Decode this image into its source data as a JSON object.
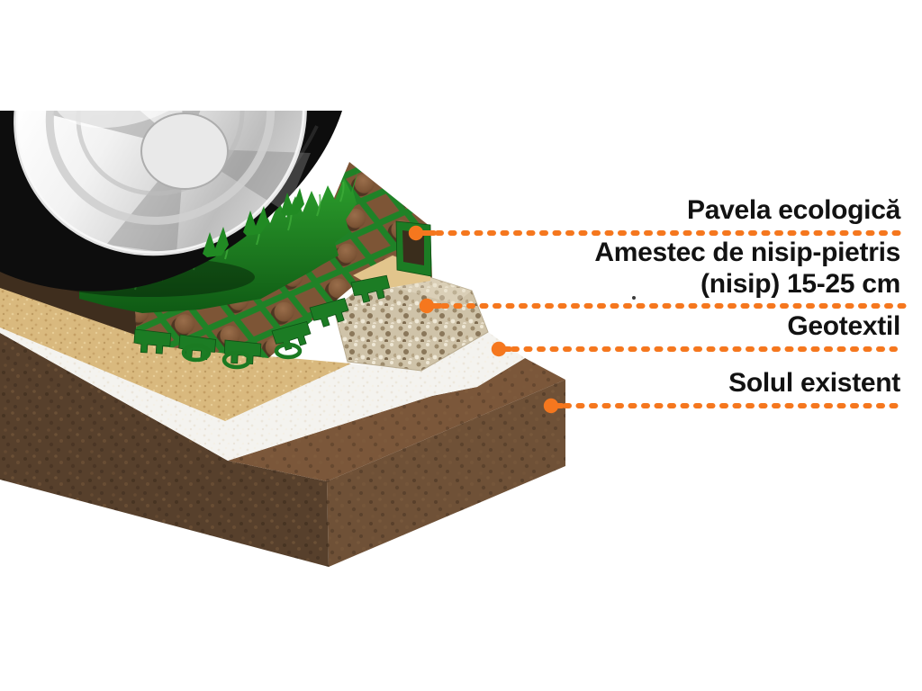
{
  "diagram": {
    "title_none": "",
    "labels": {
      "pavela": "Pavela ecologică",
      "amestec1": "Amestec de nisip-pietris",
      "amestec2": "(nisip) 15-25 cm",
      "geotextil": "Geotextil",
      "solul": "Solul existent"
    },
    "layers_order": [
      "Pavela ecologică",
      "Amestec de nisip-pietris (nisip) 15-25 cm",
      "Geotextil",
      "Solul existent"
    ],
    "colors": {
      "leader": "#F5771E",
      "text": "#121212",
      "paver_green": "#1E8026",
      "paver_green_dark": "#0E5014",
      "grass_green": "#1E7F1F",
      "sand": "#D9B97E",
      "sand_top": "#E2C58C",
      "gravel_base": "#CFC3A9",
      "geotextile_white": "#F4F3EF",
      "soil_dark": "#57402C",
      "soil_medium": "#6F5137",
      "soil_top": "#7B573A",
      "soil_strip": "#3F2E1E",
      "tire_black": "#0D0D0D",
      "rim_chrome": "#E8E8E8",
      "background": "#FFFFFF"
    }
  }
}
